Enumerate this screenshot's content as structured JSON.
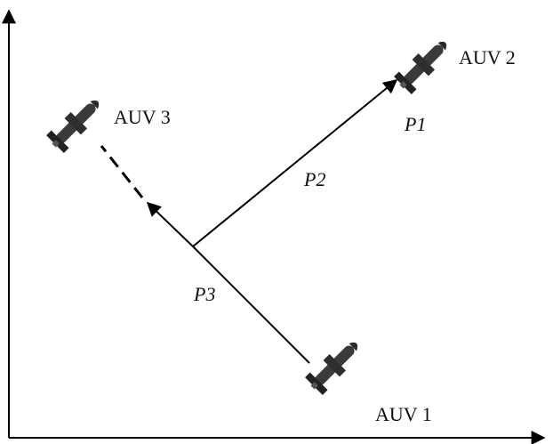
{
  "vehicles": {
    "auv1": {
      "label": "AUV 1"
    },
    "auv2": {
      "label": "AUV 2"
    },
    "auv3": {
      "label": "AUV 3"
    }
  },
  "points": {
    "p1": {
      "label": "P1"
    },
    "p2": {
      "label": "P2"
    },
    "p3": {
      "label": "P3"
    }
  },
  "colors": {
    "ink": "#000000",
    "vehicle": "#333333",
    "vehicle_dark": "#1a1a1a"
  }
}
